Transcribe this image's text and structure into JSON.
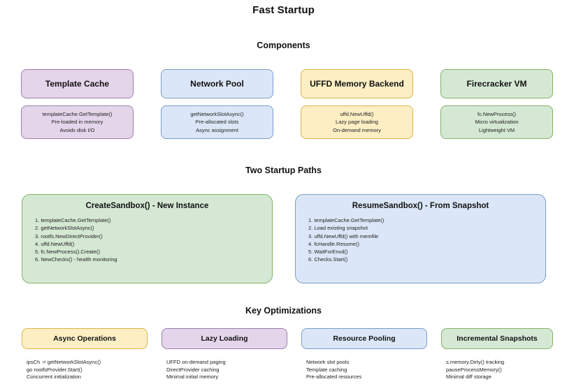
{
  "page": {
    "title": "Fast Startup"
  },
  "sections": {
    "components": {
      "title": "Components"
    },
    "paths": {
      "title": "Two Startup Paths"
    },
    "optimizations": {
      "title": "Key Optimizations"
    }
  },
  "components": [
    {
      "name": "Template Cache",
      "color": "#e4d5ea",
      "border": "#9a7fae",
      "details": [
        "templateCache.GetTemplate()",
        "Pre-loaded in memory",
        "Avoids disk I/O"
      ]
    },
    {
      "name": "Network Pool",
      "color": "#dbe7f8",
      "border": "#7a9cc6",
      "details": [
        "getNetworkSlotAsync()",
        "Pre-allocated slots",
        "Async assignment"
      ]
    },
    {
      "name": "UFFD Memory Backend",
      "color": "#fdeec4",
      "border": "#d9b54a",
      "details": [
        "uffd.NewUffd()",
        "Lazy page loading",
        "On-demand memory"
      ]
    },
    {
      "name": "Firecracker VM",
      "color": "#d5e8d4",
      "border": "#82b366",
      "details": [
        "fc.NewProcess()",
        "Micro virtualization",
        "Lightweight VM"
      ]
    }
  ],
  "paths": [
    {
      "title": "CreateSandbox() - New Instance",
      "color": "#d5e8d4",
      "border": "#82b366",
      "steps": [
        "1. templateCache.GetTemplate()",
        "2. getNetworkSlotAsync()",
        "3. rootfs.NewDirectProvider()",
        "4. uffd.NewUffd()",
        "5. fc.NewProcess().Create()",
        "6. NewChecks() - health monitoring"
      ]
    },
    {
      "title": "ResumeSandbox() - From Snapshot",
      "color": "#dbe7f8",
      "border": "#7a9cc6",
      "steps": [
        "1. templateCache.GetTemplate()",
        "2. Load existing snapshot",
        "3. uffd.NewUffd() with memfile",
        "4. fcHandle.Resume()",
        "5. WaitForEnvd()",
        "6. Checks.Start()"
      ]
    }
  ],
  "optimizations": [
    {
      "name": "Async Operations",
      "color": "#fdeec4",
      "border": "#d9b54a",
      "details": [
        "ipsCh := getNetworkSlotAsync()",
        "go rootfsProvider.Start()",
        "Concurrent initialization"
      ]
    },
    {
      "name": "Lazy Loading",
      "color": "#e4d5ea",
      "border": "#9a7fae",
      "details": [
        "UFFD on-demand paging",
        "DirectProvider caching",
        "Minimal initial memory"
      ]
    },
    {
      "name": "Resource Pooling",
      "color": "#dbe7f8",
      "border": "#7a9cc6",
      "details": [
        "Network slot pools",
        "Template caching",
        "Pre-allocated resources"
      ]
    },
    {
      "name": "Incremental Snapshots",
      "color": "#d5e8d4",
      "border": "#82b366",
      "details": [
        "s.memory.Dirty() tracking",
        "pauseProcessMemory()",
        "Minimal diff storage"
      ]
    }
  ]
}
